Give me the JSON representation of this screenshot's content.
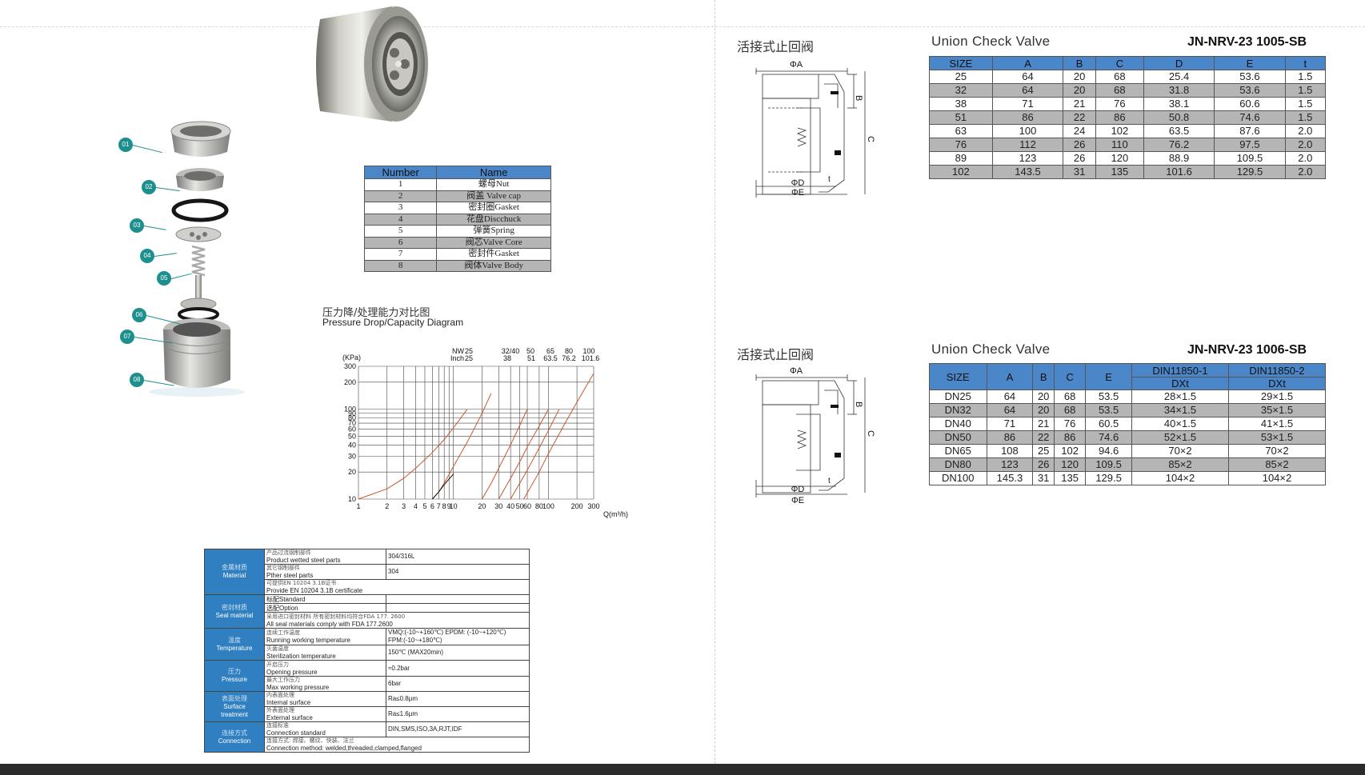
{
  "parts": {
    "headers": [
      "Number",
      "Name"
    ],
    "rows": [
      {
        "num": "1",
        "name": "螺母Nut"
      },
      {
        "num": "2",
        "name": "阀盖 Valve cap"
      },
      {
        "num": "3",
        "name": "密封圈Gasket"
      },
      {
        "num": "4",
        "name": "花盘Discchuck"
      },
      {
        "num": "5",
        "name": "弹簧Spring"
      },
      {
        "num": "6",
        "name": "阀芯Valve Core"
      },
      {
        "num": "7",
        "name": "密封件Gasket"
      },
      {
        "num": "8",
        "name": "阀体Valve Body"
      }
    ]
  },
  "callouts": [
    "01",
    "02",
    "03",
    "04",
    "05",
    "06",
    "07",
    "08"
  ],
  "chart": {
    "title_cn": "压力降/处理能力对比图",
    "title_en": "Pressure Drop/Capacity Diagram",
    "y_unit": "(KPa)",
    "x_unit": "Q(m³/h)",
    "nw_label": "NW",
    "inch_label": "Inch",
    "nw_values": [
      "25",
      "32/40",
      "50",
      "65",
      "80",
      "100"
    ],
    "inch_values": [
      "25",
      "38",
      "51",
      "63.5",
      "76.2",
      "101.6"
    ]
  },
  "chart_data": {
    "type": "line",
    "title": "Pressure Drop/Capacity Diagram",
    "xlabel": "Q(m³/h)",
    "ylabel": "(KPa)",
    "x_scale": "log",
    "y_scale": "log",
    "xlim": [
      1,
      300
    ],
    "ylim": [
      10,
      300
    ],
    "x_ticks": [
      "1",
      "2",
      "3",
      "4",
      "5",
      "6",
      "7",
      "8",
      "9",
      "10",
      "20",
      "30",
      "40",
      "50",
      "60",
      "80",
      "100",
      "200",
      "300"
    ],
    "y_ticks": [
      "10",
      "20",
      "30",
      "40",
      "50",
      "60",
      "70",
      "80",
      "90",
      "100",
      "200",
      "300"
    ],
    "grid": true,
    "series": [
      {
        "name": "25",
        "x": [
          1,
          2,
          3,
          4,
          6,
          8,
          10,
          14
        ],
        "y": [
          10,
          13,
          17,
          22,
          33,
          46,
          62,
          100
        ]
      },
      {
        "name": "32/40",
        "x": [
          6,
          7,
          8,
          10,
          14,
          20,
          25
        ],
        "y": [
          10,
          12,
          15,
          23,
          43,
          90,
          150
        ]
      },
      {
        "name": "50",
        "x": [
          20,
          25,
          30,
          40,
          50,
          60
        ],
        "y": [
          10,
          15,
          22,
          40,
          66,
          100
        ]
      },
      {
        "name": "65",
        "x": [
          30,
          40,
          50,
          60,
          80,
          100
        ],
        "y": [
          10,
          17,
          26,
          38,
          65,
          100
        ]
      },
      {
        "name": "80",
        "x": [
          40,
          50,
          60,
          80,
          100,
          130
        ],
        "y": [
          10,
          15,
          21,
          37,
          58,
          100
        ]
      },
      {
        "name": "100",
        "x": [
          55,
          80,
          100,
          150,
          200,
          300
        ],
        "y": [
          10,
          20,
          32,
          70,
          120,
          250
        ]
      },
      {
        "name": "",
        "x": [
          6,
          7,
          8,
          10
        ],
        "y": [
          10,
          12,
          14.5,
          19
        ]
      }
    ]
  },
  "spec": {
    "material": {
      "cat_cn": "金属材质",
      "cat_en": "Material",
      "r1_cn": "产品过流钢制部件",
      "r1_en": "Product wetted steel parts",
      "r1_val": "304/316L",
      "r2_cn": "其它钢制部件",
      "r2_en": "Pther steel parts",
      "r2_val": "304",
      "r3_cn": "可提供EN 10204 3.1B证书",
      "r3_en": "Provide EN 10204 3.1B certificate"
    },
    "seal": {
      "cat_cn": "密封材质",
      "cat_en": "Seal material",
      "r1": "标配Standard",
      "r2": "选配Option",
      "r3_cn": "采用进口密封材料 所有密封材料均符合FDA 177. 2600",
      "r3_en": "All seal materials comply with FDA 177.2600"
    },
    "temperature": {
      "cat_cn": "温度",
      "cat_en": "Temperature",
      "r1_cn": "连续工作温度",
      "r1_en": "Running working temperature",
      "r1_val1": "VMQ:(-10~+160℃) EPDM: (-10~+120℃)",
      "r1_val2": "FPM:(-10~+180℃)",
      "r2_cn": "灭菌温度",
      "r2_en": "Sterilization temperature",
      "r2_val": "150℃ (MAX20min)"
    },
    "pressure": {
      "cat_cn": "压力",
      "cat_en": "Pressure",
      "r1_cn": "开启压力",
      "r1_en": "Opening pressure",
      "r1_val": "≈0.2bar",
      "r2_cn": "最大工作压力",
      "r2_en": "Max working pressure",
      "r2_val": "6bar"
    },
    "surface": {
      "cat_cn": "表面处理",
      "cat_en1": "Surface",
      "cat_en2": "treatment",
      "r1_cn": "内表面处理",
      "r1_en": "Internal surface",
      "r1_val": "Ra≤0.8μm",
      "r2_cn": "外表面处理",
      "r2_en": "External surface",
      "r2_val": "Ra≤1.6μm"
    },
    "connection": {
      "cat_cn": "连接方式",
      "cat_en": "Connection",
      "r1_cn": "连接标准",
      "r1_en": "Connection standard",
      "r1_val": "DIN,SMS,ISO,3A,RJT,IDF",
      "r2_cn": "连接方式: 焊接、螺纹、快装、法兰",
      "r2_en": "Connection method: welded,threaded,clamped,flanged"
    }
  },
  "drawing_labels": {
    "phiA": "ΦA",
    "phiD": "ΦD",
    "phiE": "ΦE",
    "B": "B",
    "C": "C",
    "t": "t"
  },
  "section1": {
    "title_cn": "活接式止回阀",
    "title_en": "Union Check Valve",
    "model": "JN-NRV-23 1005-SB",
    "headers": [
      "SIZE",
      "A",
      "B",
      "C",
      "D",
      "E",
      "t"
    ],
    "rows": [
      [
        "25",
        "64",
        "20",
        "68",
        "25.4",
        "53.6",
        "1.5"
      ],
      [
        "32",
        "64",
        "20",
        "68",
        "31.8",
        "53.6",
        "1.5"
      ],
      [
        "38",
        "71",
        "21",
        "76",
        "38.1",
        "60.6",
        "1.5"
      ],
      [
        "51",
        "86",
        "22",
        "86",
        "50.8",
        "74.6",
        "1.5"
      ],
      [
        "63",
        "100",
        "24",
        "102",
        "63.5",
        "87.6",
        "2.0"
      ],
      [
        "76",
        "112",
        "26",
        "110",
        "76.2",
        "97.5",
        "2.0"
      ],
      [
        "89",
        "123",
        "26",
        "120",
        "88.9",
        "109.5",
        "2.0"
      ],
      [
        "102",
        "143.5",
        "31",
        "135",
        "101.6",
        "129.5",
        "2.0"
      ]
    ]
  },
  "section2": {
    "title_cn": "活接式止回阀",
    "title_en": "Union Check Valve",
    "model": "JN-NRV-23 1006-SB",
    "headers": [
      "SIZE",
      "A",
      "B",
      "C",
      "E",
      "DIN11850-1",
      "DIN11850-2"
    ],
    "sub_headers": [
      "DXt",
      "DXt"
    ],
    "rows": [
      [
        "DN25",
        "64",
        "20",
        "68",
        "53.5",
        "28×1.5",
        "29×1.5"
      ],
      [
        "DN32",
        "64",
        "20",
        "68",
        "53.5",
        "34×1.5",
        "35×1.5"
      ],
      [
        "DN40",
        "71",
        "21",
        "76",
        "60.5",
        "40×1.5",
        "41×1.5"
      ],
      [
        "DN50",
        "86",
        "22",
        "86",
        "74.6",
        "52×1.5",
        "53×1.5"
      ],
      [
        "DN65",
        "108",
        "25",
        "102",
        "94.6",
        "70×2",
        "70×2"
      ],
      [
        "DN80",
        "123",
        "26",
        "120",
        "109.5",
        "85×2",
        "85×2"
      ],
      [
        "DN100",
        "145.3",
        "31",
        "135",
        "129.5",
        "104×2",
        "104×2"
      ]
    ]
  }
}
